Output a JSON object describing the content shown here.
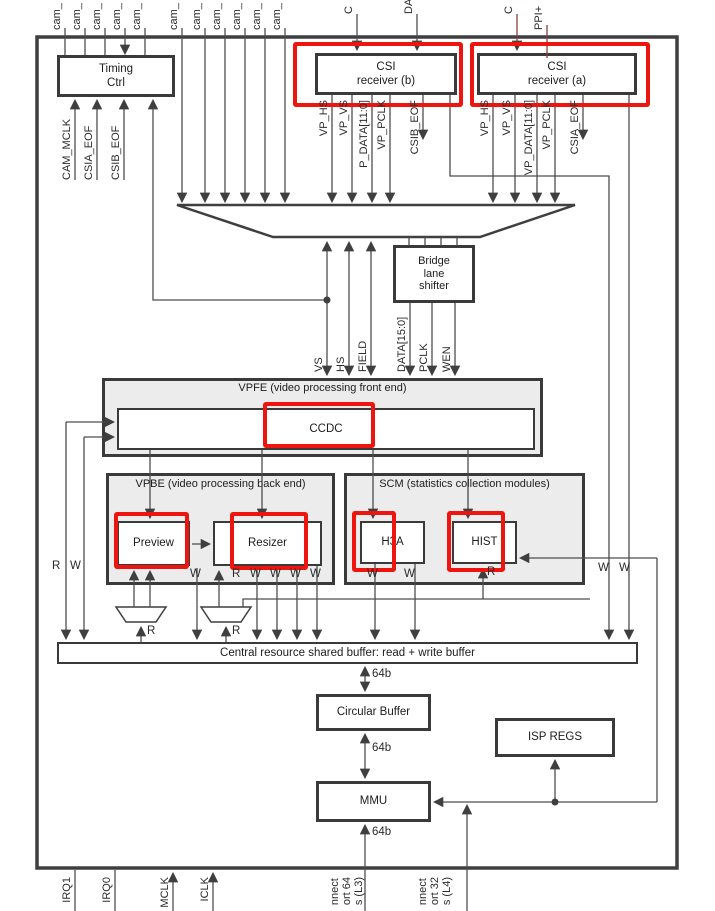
{
  "colors": {
    "highlight_red": "#ee150e",
    "wire_gray": "#4d4d4d",
    "maroon_wire": "#8a3d3d",
    "border_dark": "#3a3a3a"
  },
  "top_stubs": {
    "cam": [
      "cam_",
      "cam_",
      "cam_",
      "cam_",
      "cam_",
      "cam_",
      "cam_",
      "cam_",
      "cam_",
      "cam_",
      "cam_"
    ],
    "csib_in_1": "C",
    "csib_in_2": "DA",
    "csia_in_1": "C",
    "csia_in_2": "PPI+"
  },
  "blocks": {
    "timing": "Timing\nCtrl",
    "csi_b": "CSI\nreceiver (b)",
    "csi_a": "CSI\nreceiver (a)",
    "bridge": "Bridge\nlane\nshifter",
    "vpfe_title": "VPFE (video processing front end)",
    "ccdc": "CCDC",
    "vpbe_title": "VPBE (video processing back end)",
    "preview": "Preview",
    "resizer": "Resizer",
    "scm_title": "SCM (statistics collection modules)",
    "h3a": "H3A",
    "hist": "HIST",
    "buffer": "Central resource shared buffer: read + write buffer",
    "circular_buffer": "Circular Buffer",
    "isp_regs": "ISP REGS",
    "mmu": "MMU"
  },
  "signals": {
    "timing_inputs": [
      "CAM_MCLK",
      "CSIA_EOF",
      "CSIB_EOF"
    ],
    "csib_outputs": [
      "VP_HS",
      "VP_VS",
      "P_DATA[11:0]",
      "VP_PCLK",
      "CSIB_EOF"
    ],
    "csia_outputs": [
      "VP_HS",
      "VP_VS",
      "VP_DATA[11:0]",
      "VP_PCLK",
      "CSIA_EOF"
    ],
    "mux_outputs": [
      "VS",
      "HS",
      "FIELD"
    ],
    "bridge_outputs": [
      "DATA[15:0]",
      "PCLK",
      "WEN"
    ],
    "bus_width": [
      "64b",
      "64b",
      "64b"
    ],
    "bottom_stubs": [
      "IRQ1",
      "IRQ0",
      "MCLK",
      "ICLK"
    ],
    "l3_port": "nnect\nort 64\ns (L3)",
    "l4_port": "nnect\nort 32\ns (L4)"
  },
  "rw": {
    "left": [
      "R",
      "W"
    ],
    "vpbe_edge": [
      "W",
      "R",
      "W",
      "W",
      "W",
      "W"
    ],
    "scm_edge": [
      "W",
      "W",
      "R"
    ],
    "right_edge": [
      "W",
      "W"
    ],
    "mux_reads": [
      "R",
      "R"
    ]
  }
}
